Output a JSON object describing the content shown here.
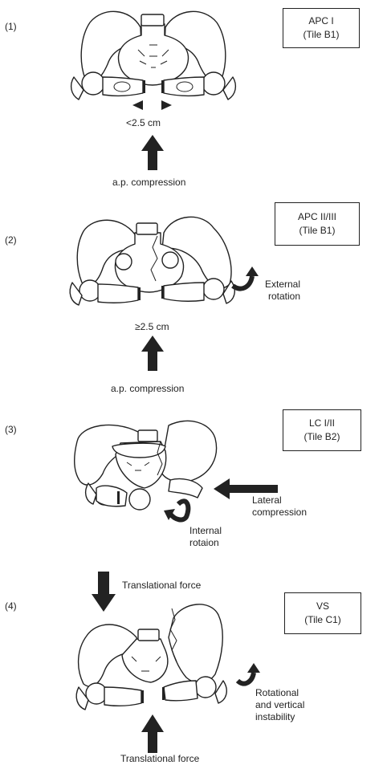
{
  "panels": [
    {
      "number": "(1)",
      "box": [
        "APC I",
        "(Tile B1)"
      ],
      "distance": "<2.5 cm",
      "force": "a.p. compression"
    },
    {
      "number": "(2)",
      "box": [
        "APC II/III",
        "(Tile B1)"
      ],
      "distance": "≥2.5 cm",
      "force": "a.p. compression",
      "rotation": [
        "External",
        "rotation"
      ]
    },
    {
      "number": "(3)",
      "box": [
        "LC I/II",
        "(Tile B2)"
      ],
      "force": [
        "Lateral",
        "compression"
      ],
      "rotation": [
        "Internal",
        "rotaion"
      ]
    },
    {
      "number": "(4)",
      "box": [
        "VS",
        "(Tile C1)"
      ],
      "force_top": "Translational force",
      "force_bottom": "Translational force",
      "instability": [
        "Rotational",
        "and vertical",
        "instability"
      ]
    }
  ]
}
